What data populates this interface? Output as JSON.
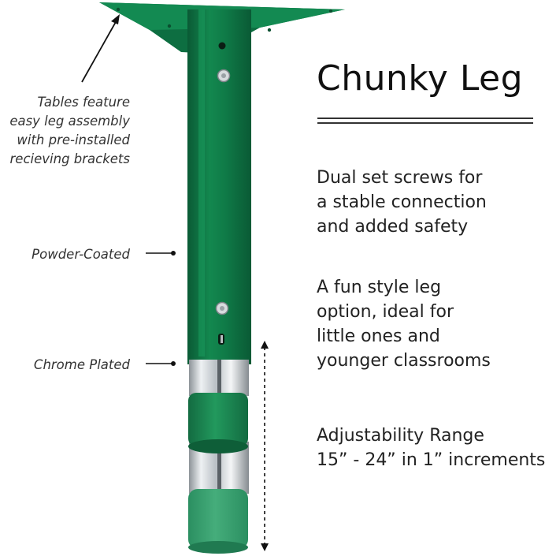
{
  "title": "Chunky Leg",
  "features": [
    {
      "lines": [
        "Dual set screws for",
        "a stable connection",
        "and added safety"
      ]
    },
    {
      "lines": [
        "A fun style leg",
        "option, ideal for",
        "little ones and",
        "younger classrooms"
      ]
    },
    {
      "lines": [
        "Adjustability Range",
        "15” - 24” in 1” increments"
      ]
    }
  ],
  "callouts": {
    "assembly": [
      "Tables feature",
      "easy leg assembly",
      "with pre-installed",
      "recieving brackets"
    ],
    "powder": "Powder-Coated",
    "chrome": "Chrome Plated"
  },
  "colors": {
    "leg_green": "#0f7a47",
    "leg_green_dark": "#0b5e37",
    "foot_green": "#1e8a55",
    "chrome": "#c9ced3"
  }
}
